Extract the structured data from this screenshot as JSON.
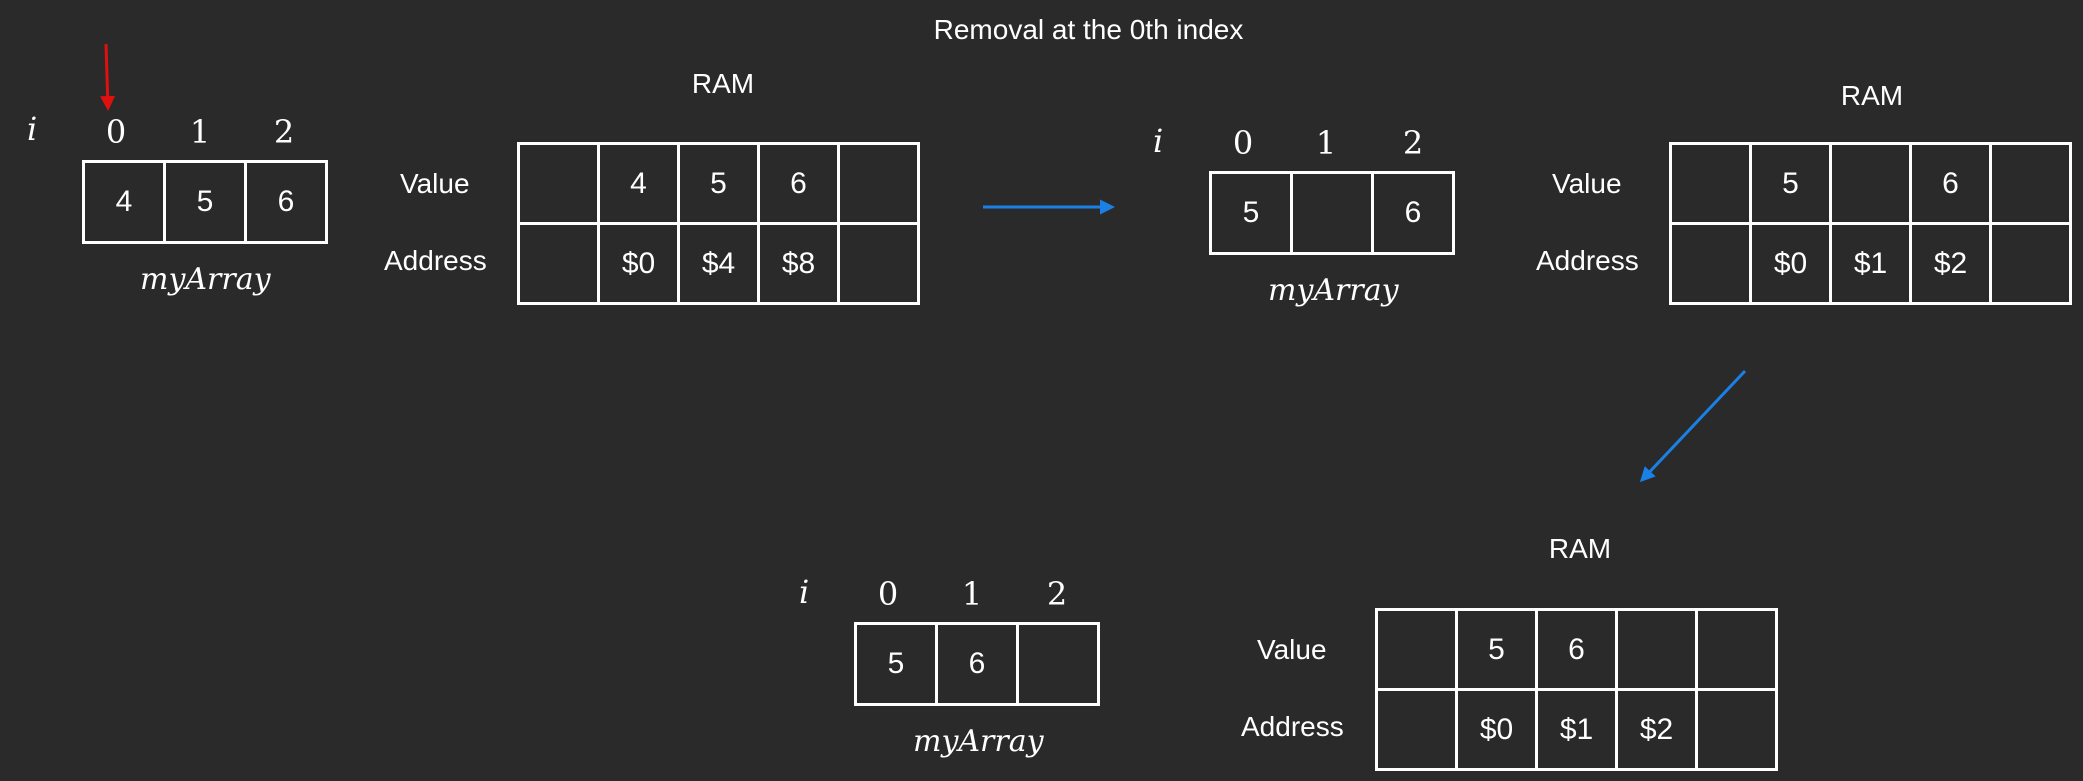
{
  "title": "Removal at the 0th index",
  "index_var": "i",
  "array_name": "myArray",
  "ram_title": "RAM",
  "row_labels": {
    "value": "Value",
    "address": "Address"
  },
  "indices": [
    "0",
    "1",
    "2"
  ],
  "colors": {
    "background": "#2a2a2a",
    "stroke": "#ffffff",
    "pointer_arrow": "#e01010",
    "flow_arrow": "#1a80e6"
  },
  "states": [
    {
      "array": [
        "4",
        "5",
        "6"
      ],
      "ram_values": [
        "",
        "4",
        "5",
        "6",
        ""
      ],
      "ram_addresses": [
        "",
        "$0",
        "$4",
        "$8",
        ""
      ]
    },
    {
      "array": [
        "5",
        "",
        "6"
      ],
      "ram_values": [
        "",
        "5",
        "",
        "6",
        ""
      ],
      "ram_addresses": [
        "",
        "$0",
        "$1",
        "$2",
        ""
      ]
    },
    {
      "array": [
        "5",
        "6",
        ""
      ],
      "ram_values": [
        "",
        "5",
        "6",
        "",
        ""
      ],
      "ram_addresses": [
        "",
        "$0",
        "$1",
        "$2",
        ""
      ]
    }
  ]
}
